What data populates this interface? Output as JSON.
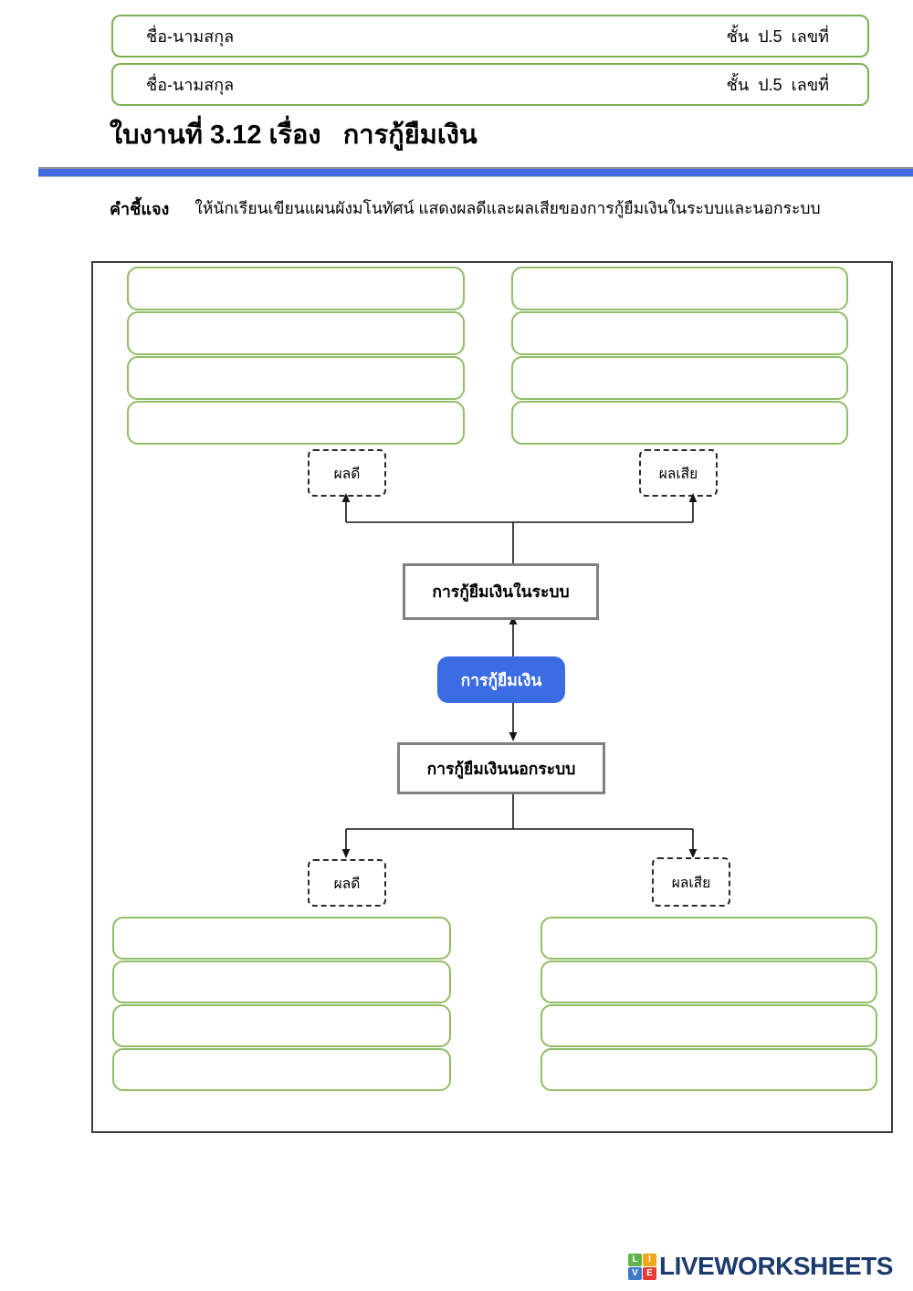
{
  "page": {
    "name_rows": [
      {
        "name_label": "ชื่อ-นามสกุล",
        "class_label": "ชั้น  ป.5  เลขที่"
      },
      {
        "name_label": "ชื่อ-นามสกุล",
        "class_label": "ชั้น  ป.5  เลขที่"
      }
    ],
    "title": "ใบงานที่ 3.12 เรื่อง   การกู้ยืมเงิน",
    "instruction": {
      "label": "คำชี้แจง",
      "text": "ให้นักเรียนเขียนแผนผังมโนทัศน์ แสดงผลดีและผลเสียของการกู้ยืมเงินในระบบและนอกระบบ"
    }
  },
  "diagram": {
    "center_label": "การกู้ยืมเงิน",
    "in_system_label": "การกู้ยืมเงินในระบบ",
    "out_system_label": "การกู้ยืมเงินนอกระบบ",
    "top_pros_label": "ผลดี",
    "top_cons_label": "ผลเสีย",
    "bottom_pros_label": "ผลดี",
    "bottom_cons_label": "ผลเสีย"
  },
  "footer": {
    "logo_squares": [
      {
        "letter": "L",
        "color": "#61b44b"
      },
      {
        "letter": "I",
        "color": "#f2a71b"
      },
      {
        "letter": "V",
        "color": "#3e79c4"
      },
      {
        "letter": "E",
        "color": "#e23b33"
      }
    ],
    "brand": "LIVEWORKSHEETS"
  },
  "colors": {
    "accent_blue": "#3b6ce4",
    "divider_blue": "#3f6ae0",
    "slot_green": "#90bd68",
    "name_box_green": "#7cb152",
    "brand_navy": "#1d3c6e"
  }
}
